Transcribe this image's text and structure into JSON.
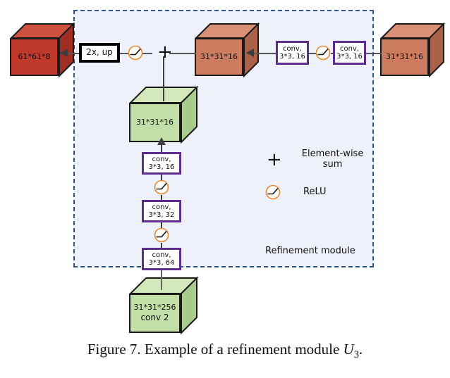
{
  "figure": {
    "caption_prefix": "Figure 7. Example of a refinement module ",
    "caption_var": "U",
    "caption_sub": "3",
    "caption_suffix": "."
  },
  "module": {
    "caption": "Refinement  module",
    "border_color": "#33568c",
    "fill_color": "#eef0fa"
  },
  "legend": {
    "sum": {
      "symbol": "+",
      "line1": "Element-wise",
      "line2": "sum"
    },
    "relu": {
      "label": "ReLU",
      "circle_color": "#e8872b"
    }
  },
  "cubes": {
    "output": {
      "label": "61*61*8",
      "color": "#c0392b",
      "top_color": "#cf5240",
      "side_color": "#9e2d22"
    },
    "sum_result": {
      "label": "31*31*16",
      "color": "#cd7b5f",
      "top_color": "#d99077",
      "side_color": "#ac614a"
    },
    "input_right": {
      "label": "31*31*16",
      "color": "#cd7b5f",
      "top_color": "#d99077",
      "side_color": "#ac614a"
    },
    "branch": {
      "label": "31*31*16",
      "color": "#c3dfa8",
      "top_color": "#d2e8ba",
      "side_color": "#a9cb8c"
    },
    "source": {
      "line1": "31*31*256",
      "line2": "conv 2",
      "color": "#c3dfa8",
      "top_color": "#d2e8ba",
      "side_color": "#a9cb8c"
    }
  },
  "blocks": {
    "upsample": {
      "label": "2x, up"
    },
    "conv_top_left": {
      "line1": "conv,",
      "line2": "3*3, 16"
    },
    "conv_top_right": {
      "line1": "conv,",
      "line2": "3*3, 16"
    },
    "conv_b16": {
      "line1": "conv,",
      "line2": "3*3, 16"
    },
    "conv_b32": {
      "line1": "conv,",
      "line2": "3*3, 32"
    },
    "conv_b64": {
      "line1": "conv,",
      "line2": "3*3, 64"
    },
    "border_color": "#5b2d8e"
  }
}
